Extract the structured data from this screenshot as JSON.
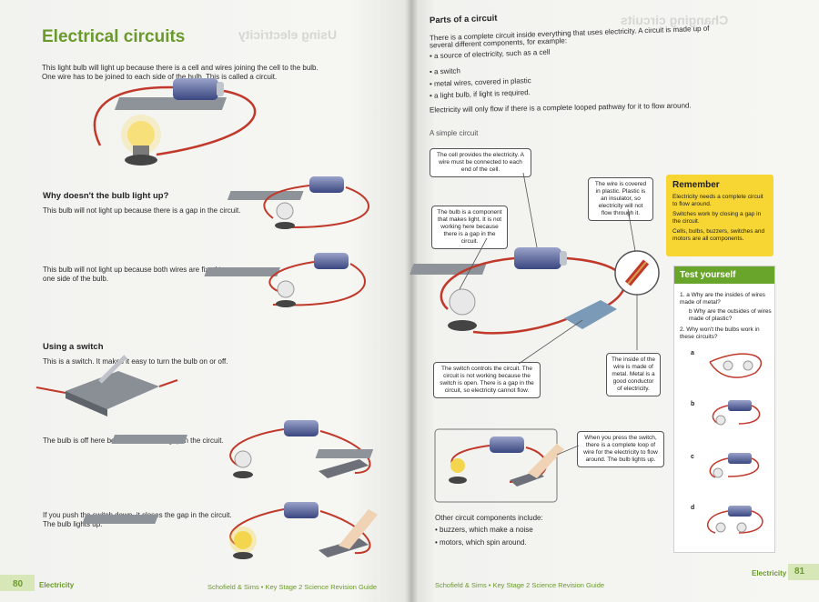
{
  "left_page": {
    "title": "Electrical circuits",
    "ghost_title": "Using electricity",
    "intro_line1": "This light bulb will light up because there is a cell and wires joining the cell to the bulb.",
    "intro_line2": "One wire has to be joined to each side of the bulb. This is called a circuit.",
    "why_heading": "Why doesn't the bulb light up?",
    "why_text1": "This bulb will not light up because there is a gap in the circuit.",
    "why_text2": "This bulb will not light up because both wires are fixed to one side of the bulb.",
    "switch_heading": "Using a switch",
    "switch_text": "This is a switch. It makes it easy to turn the bulb on or off.",
    "off_text": "The bulb is off here because there is a gap in the circuit.",
    "push_text1": "If you push the switch down, it closes the gap in the circuit.",
    "push_text2": "The bulb lights up.",
    "page_number": "80",
    "footer_section": "Electricity",
    "footer_series": "Schofield & Sims • Key Stage 2 Science Revision Guide"
  },
  "right_page": {
    "ghost_title": "Changing circuits",
    "parts_heading": "Parts of a circuit",
    "parts_intro1": "There is a complete circuit inside everything that uses electricity. A circuit is made up of",
    "parts_intro2": "several different components, for example:",
    "parts_list": [
      "a source of electricity, such as a cell",
      "a switch",
      "metal wires, covered in plastic",
      "a light bulb, if light is required."
    ],
    "flow_text": "Electricity will only flow if there is a complete looped pathway for it to flow around.",
    "simple_circuit_label": "A simple circuit",
    "callout_cell": "The cell provides the electricity. A wire must be connected to each end of the cell.",
    "callout_bulb": "The bulb is a component that makes light. It is not working here because there is a gap in the circuit.",
    "callout_covered": "The wire is covered in plastic. Plastic is an insulator, so electricity will not flow through it.",
    "callout_switch": "The switch controls the circuit. The circuit is not working because the switch is open. There is a gap in the circuit, so electricity cannot flow.",
    "callout_inside": "The inside of the wire is made of metal. Metal is a good conductor of electricity.",
    "callout_press": "When you press the switch, there is a complete loop of wire for the electricity to flow around. The bulb lights up.",
    "other_intro": "Other circuit components include:",
    "other_list": [
      "buzzers, which make a noise",
      "motors, which spin around."
    ],
    "remember": {
      "title": "Remember",
      "line1": "Electricity needs a complete circuit to flow around.",
      "line2": "Switches work by closing a gap in the circuit.",
      "line3": "Cells, bulbs, buzzers, switches and motors are all components."
    },
    "test": {
      "title": "Test yourself",
      "q1a": "1. a  Why are the insides of wires made of metal?",
      "q1b": "b  Why are the outsides of wires made of plastic?",
      "q2": "2. Why won't the bulbs work in these circuits?",
      "labels": [
        "a",
        "b",
        "c",
        "d"
      ]
    },
    "page_number": "81",
    "footer_section": "Electricity",
    "footer_series": "Schofield & Sims • Key Stage 2 Science Revision Guide"
  }
}
